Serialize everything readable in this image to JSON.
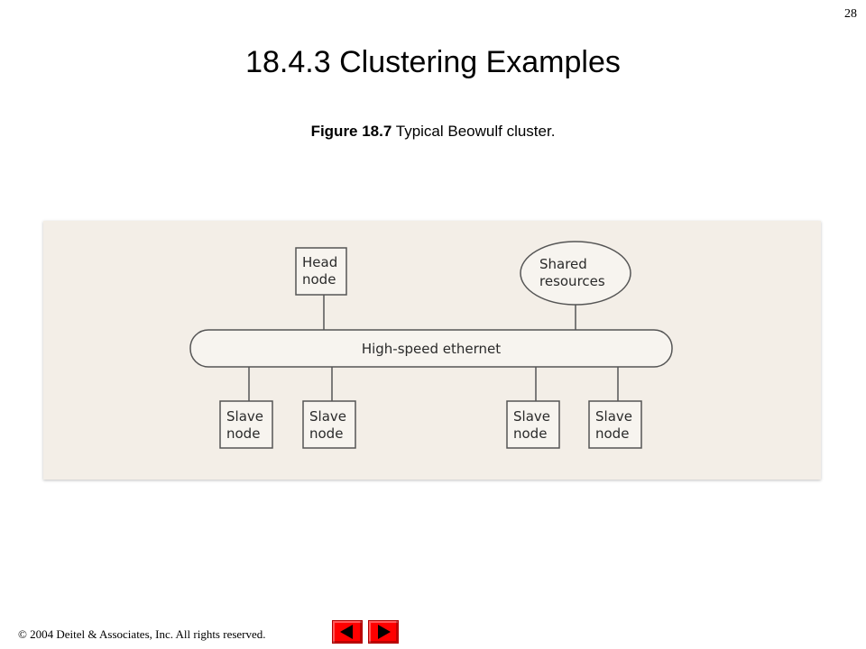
{
  "slide": {
    "page_number": "28",
    "title": "18.4.3 Clustering Examples",
    "caption_label": "Figure 18.7",
    "caption_text": " Typical Beowulf cluster."
  },
  "diagram": {
    "head_node": [
      "Head",
      "node"
    ],
    "shared_resources": [
      "Shared",
      "resources"
    ],
    "ethernet": "High-speed ethernet",
    "slave_nodes": [
      [
        "Slave",
        "node"
      ],
      [
        "Slave",
        "node"
      ],
      [
        "Slave",
        "node"
      ],
      [
        "Slave",
        "node"
      ]
    ],
    "colors": {
      "panel_background": "#f3eee7",
      "stroke": "#555555"
    }
  },
  "footer": {
    "copyright": "© 2004 Deitel & Associates, Inc.  All rights reserved."
  },
  "navigation": {
    "prev_icon": "prev-arrow-icon",
    "next_icon": "next-arrow-icon",
    "color": "#ff0000"
  }
}
